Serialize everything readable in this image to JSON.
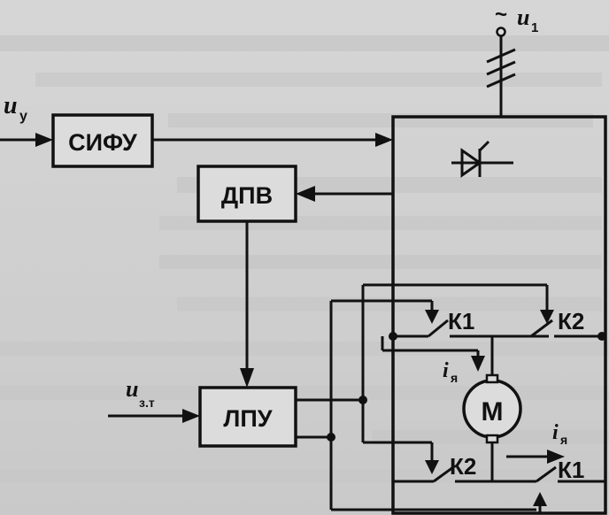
{
  "diagram": {
    "blocks": {
      "sifu": "СИФУ",
      "dpv": "ДПВ",
      "lpu": "ЛПУ",
      "motor": "М"
    },
    "signals": {
      "u_main": "u",
      "u_main_sub": "y",
      "u_supply": "u",
      "u_supply_sub": "1",
      "tilde": "~",
      "u_task": "u",
      "u_task_sub": "з.т",
      "i_armature": "i",
      "i_armature_sub": "я"
    },
    "contacts": {
      "k1_top": "К1",
      "k2_top": "К2",
      "k2_bottom": "К2",
      "k1_bottom": "К1"
    }
  }
}
